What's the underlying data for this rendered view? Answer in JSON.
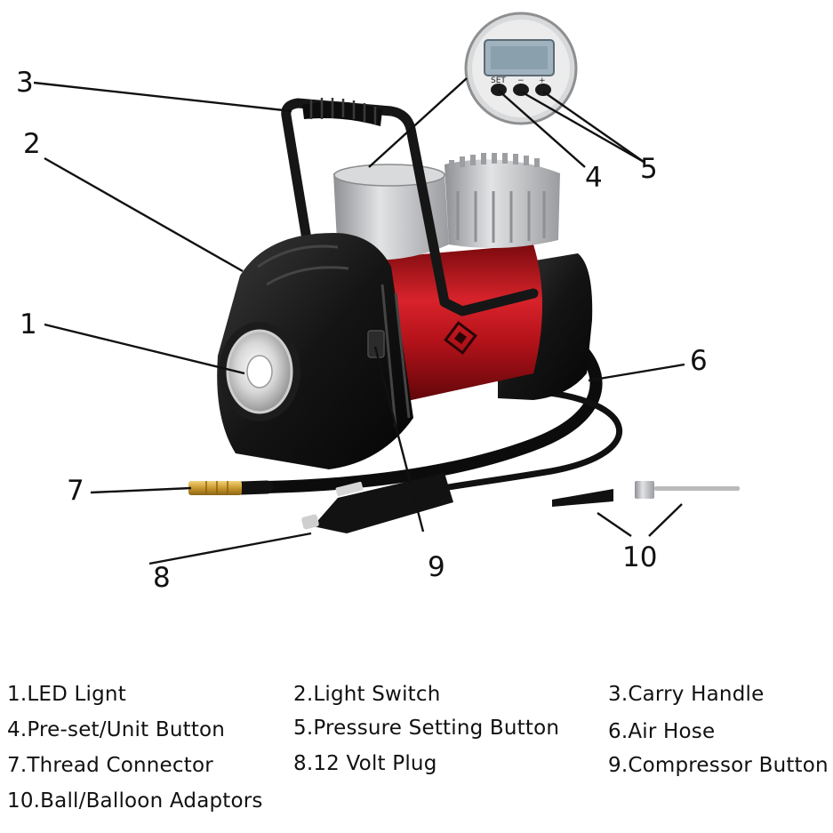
{
  "callouts": [
    "1",
    "2",
    "3",
    "4",
    "5",
    "6",
    "7",
    "8",
    "9",
    "10"
  ],
  "gauge_buttons": {
    "set": "SET",
    "minus": "−",
    "plus": "+"
  },
  "legend": [
    "1.LED Lignt",
    "2.Light Switch",
    "3.Carry Handle",
    "4.Pre-set/Unit Button",
    "5.Pressure Setting Button",
    "6.Air Hose",
    "7.Thread Connector",
    "8.12 Volt Plug",
    "9.Compressor Button",
    "10.Ball/Balloon Adaptors"
  ],
  "colors": {
    "body_red": "#c2141c",
    "casing_black": "#141414",
    "metal_silver": "#c8c9cb",
    "lcd_screen": "#9fb2be"
  }
}
